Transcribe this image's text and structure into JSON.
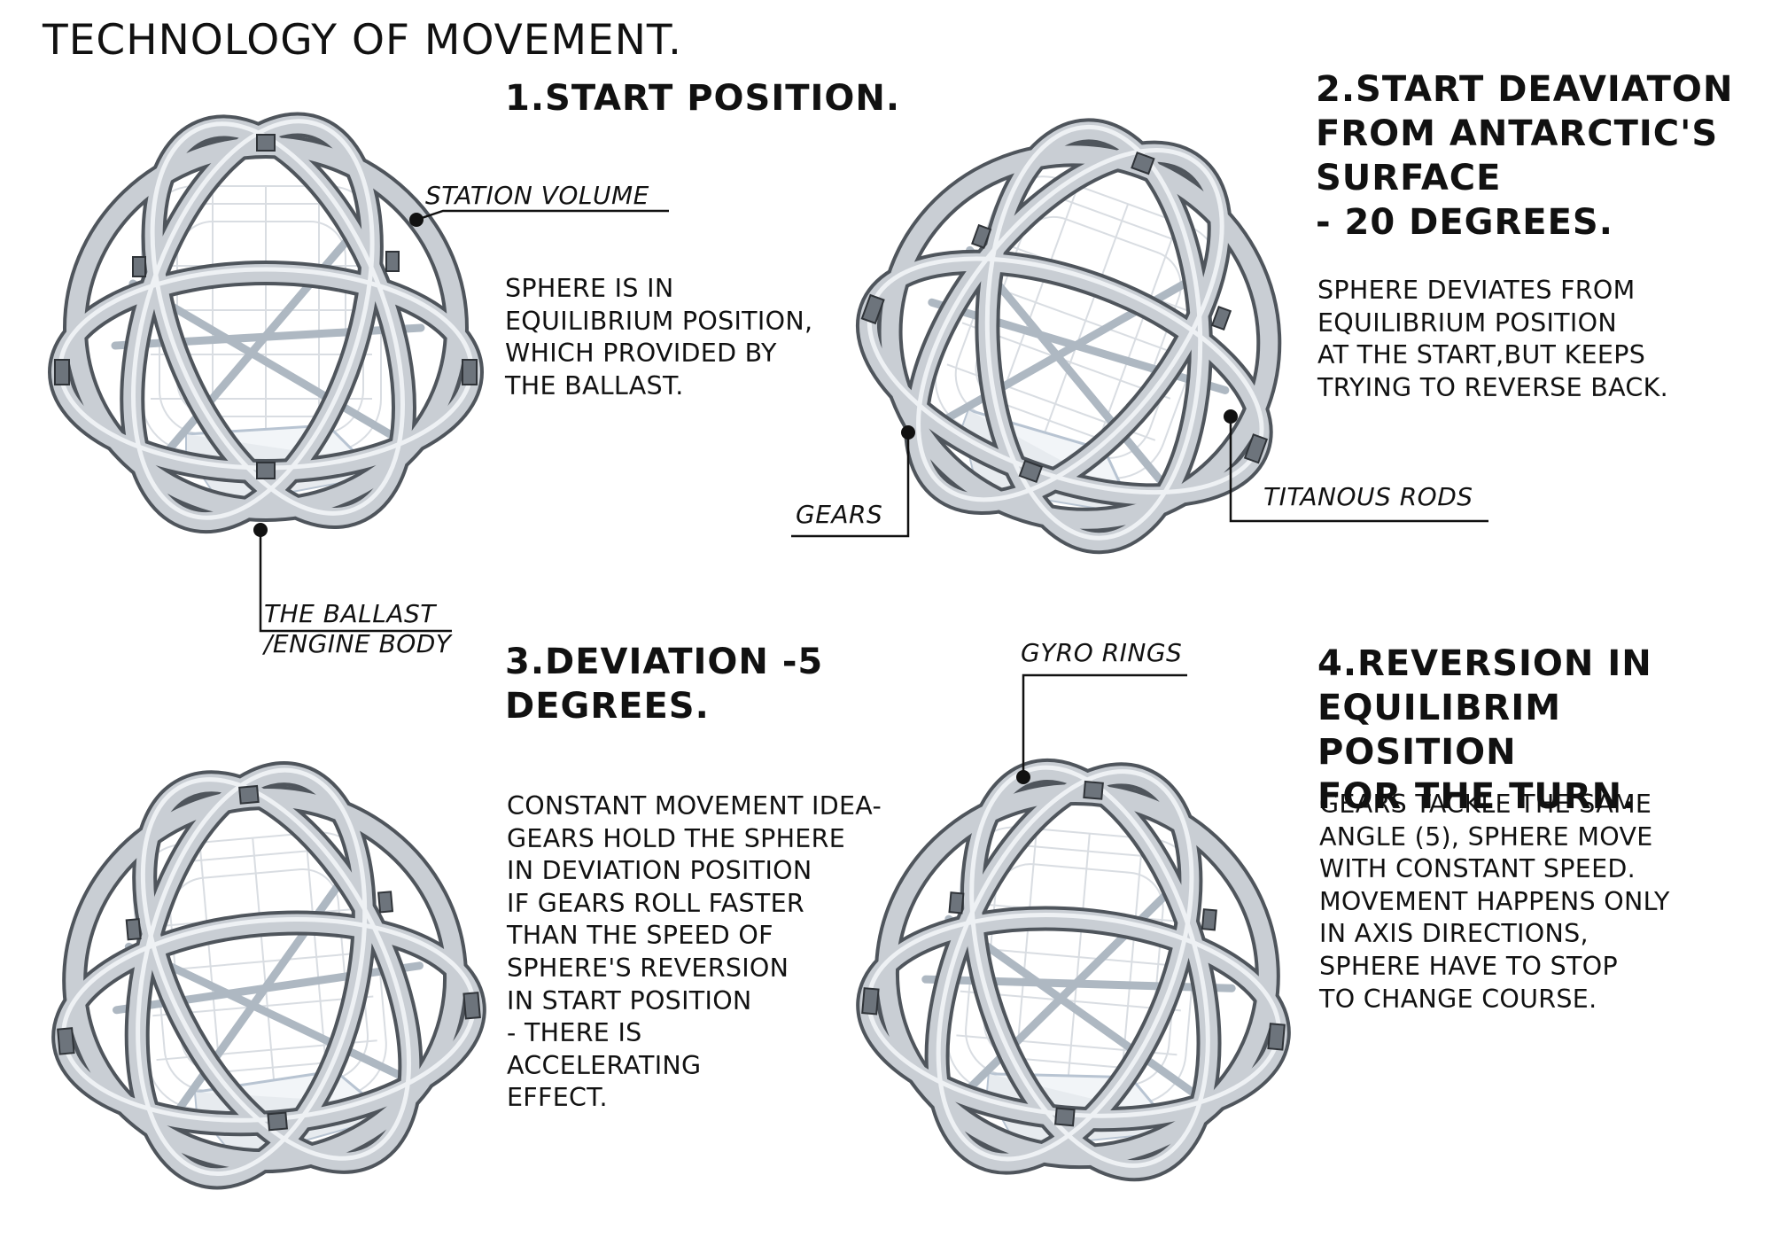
{
  "title": "TECHNOLOGY OF MOVEMENT.",
  "panels": [
    {
      "heading": "1.START POSITION.",
      "description": "SPHERE IS IN\nEQUILIBRIUM POSITION,\nWHICH PROVIDED BY\nTHE BALLAST.",
      "tilt_degrees": 0
    },
    {
      "heading": "2.START DEAVIATON\nFROM ANTARCTIC'S\nSURFACE\n- 20 DEGREES.",
      "description": "SPHERE DEVIATES FROM\nEQUILIBRIUM POSITION\nAT THE START,BUT KEEPS\nTRYING TO REVERSE BACK.",
      "tilt_degrees": 20
    },
    {
      "heading": "3.DEVIATION -5\nDEGREES.",
      "description": "CONSTANT MOVEMENT IDEA-\nGEARS HOLD THE SPHERE\nIN DEVIATION POSITION\nIF  GEARS ROLL FASTER\nTHAN THE SPEED OF\nSPHERE'S REVERSION\nIN START POSITION\n- THERE IS\nACCELERATING\nEFFECT.",
      "tilt_degrees": -5
    },
    {
      "heading": "4.REVERSION IN\nEQUILIBRIM POSITION\nFOR THE TURN.",
      "description": "GEARS TACKLE THE SAME\nANGLE (5), SPHERE MOVE\nWITH CONSTANT SPEED.\nMOVEMENT HAPPENS ONLY\nIN AXIS DIRECTIONS,\nSPHERE HAVE TO STOP\nTO CHANGE COURSE.",
      "tilt_degrees": 5
    }
  ],
  "callouts": {
    "station_volume": "STATION VOLUME",
    "the_ballast": "THE BALLAST\n/ENGINE BODY",
    "gears": "GEARS",
    "titanous_rods": "TITANOUS RODS",
    "gyro_rings": "GYRO RINGS"
  },
  "colors": {
    "ring_fill": "#c9ced4",
    "ring_edge": "#4f555c",
    "rod": "#aeb8c2",
    "wireframe": "#d9dde2",
    "leader": "#111111"
  }
}
